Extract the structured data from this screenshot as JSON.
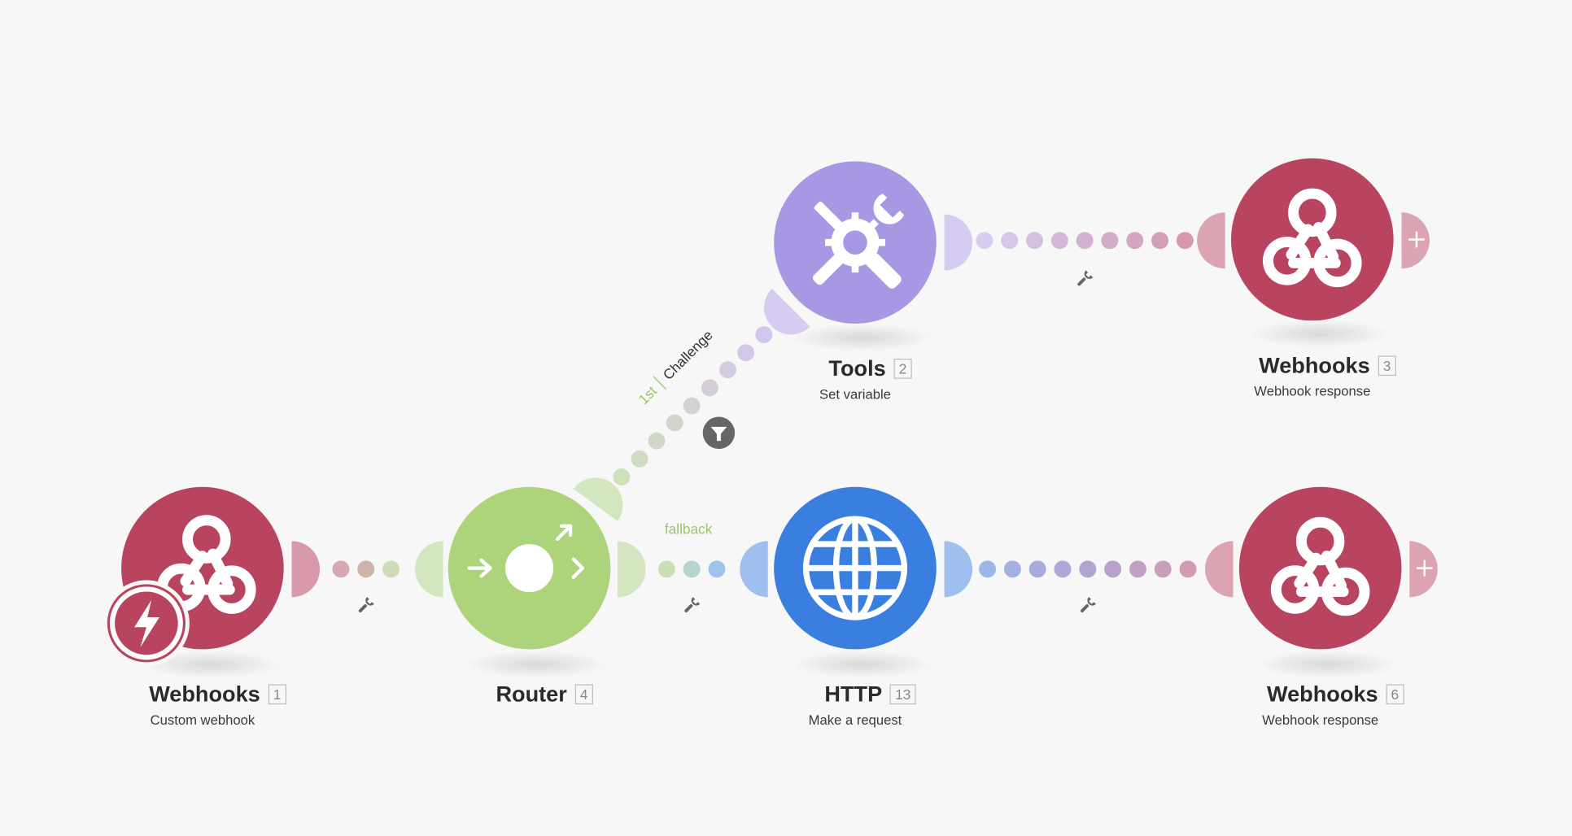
{
  "colors": {
    "webhooks": "#b8445f",
    "router": "#aed47b",
    "tools": "#a898e3",
    "http": "#3a7ee0",
    "filter": "#666666",
    "canvas": "#f7f7f7"
  },
  "modules": [
    {
      "id": "webhooks-1",
      "title": "Webhooks",
      "number": "1",
      "subtitle": "Custom webhook",
      "icon": "webhook-icon",
      "trigger": true
    },
    {
      "id": "router-4",
      "title": "Router",
      "number": "4",
      "subtitle": "",
      "icon": "router-icon"
    },
    {
      "id": "tools-2",
      "title": "Tools",
      "number": "2",
      "subtitle": "Set variable",
      "icon": "tools-icon"
    },
    {
      "id": "http-13",
      "title": "HTTP",
      "number": "13",
      "subtitle": "Make a request",
      "icon": "globe-icon"
    },
    {
      "id": "webhooks-3",
      "title": "Webhooks",
      "number": "3",
      "subtitle": "Webhook response",
      "icon": "webhook-icon"
    },
    {
      "id": "webhooks-6",
      "title": "Webhooks",
      "number": "6",
      "subtitle": "Webhook response",
      "icon": "webhook-icon"
    }
  ],
  "routes": {
    "first": {
      "order": "1st",
      "label": "Challenge",
      "has_filter": true
    },
    "fallback": {
      "label": "fallback"
    }
  },
  "connections": [
    {
      "from": "webhooks-1",
      "to": "router-4"
    },
    {
      "from": "router-4",
      "to": "tools-2",
      "route": "Challenge"
    },
    {
      "from": "router-4",
      "to": "http-13",
      "route": "fallback"
    },
    {
      "from": "tools-2",
      "to": "webhooks-3"
    },
    {
      "from": "http-13",
      "to": "webhooks-6"
    }
  ]
}
